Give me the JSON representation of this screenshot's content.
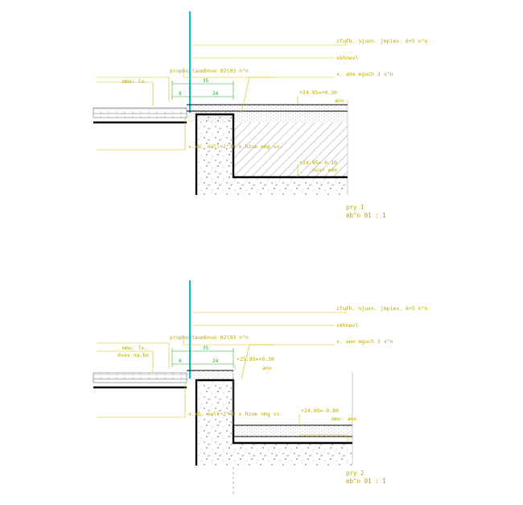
{
  "detail1": {
    "label_glass": "zfufh. njuxn. jmpiex. 6+5 n\"n",
    "label_xkhnevl": "xkhnevl",
    "label_profile": "pruphu taumbnuo 02\\03 n\"n",
    "label_right3": "x. ano eguch 3 x\"n",
    "label_left": "mmu: lx.",
    "label_bottom": "x.xb. owll+2\"30 x.hzue nmg vx.",
    "dim_top": "35",
    "dim_left": "8",
    "dim_right": "24",
    "level_top": "+24.95=+0.30",
    "level_top_sub": "ano",
    "level_bot": "+24.95=-0.10",
    "level_bot_sub": "ouvr emo",
    "title": "pry 1",
    "scale": "eb\"n 01 : 1"
  },
  "detail2": {
    "label_glass": "zfufh. njuxn. jmpiex. 6+5 n\"n",
    "label_xkhnevl": "xkhnevl",
    "label_profile": "pruphu taumbnuo 02\\03 n\"n",
    "label_right3": "x. ano eguch 3 x\"n",
    "label_left1": "mmu: lx.",
    "label_left2": "dvev na.bx",
    "label_bottom": "x.xb. owll+2\"30 x.hzue nmg vx.",
    "dim_top": "35",
    "dim_left": "8",
    "dim_right": "24",
    "level_top": "+25.95=+0.30",
    "level_top_sub": "ano",
    "level_bot": "+24.95=-0.80",
    "level_bot_sub": "mmu: ano",
    "title": "pry 2",
    "scale": "eb\"n 01 : 1"
  },
  "colors": {
    "annotation": "#d4c200",
    "dimension": "#2ea82e",
    "glass": "#19b6d6",
    "outline": "#000000"
  }
}
